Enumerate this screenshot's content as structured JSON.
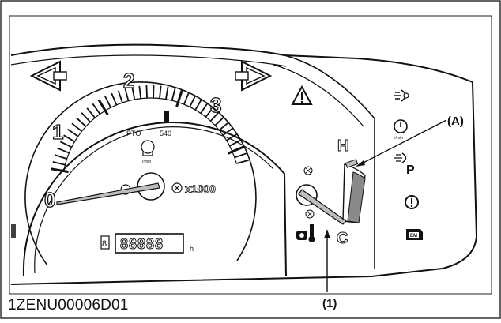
{
  "figure": {
    "code": "1ZENU00006D01",
    "callout_a": "(A)",
    "callout_1": "(1)"
  },
  "tachometer": {
    "scale_marks": [
      "0",
      "1",
      "2",
      "3"
    ],
    "multiplier": "x1000",
    "pto_label": "PTO",
    "pto_rpm": "540",
    "pto_unit": "r/min",
    "needle_value": 0
  },
  "hour_meter": {
    "digits": "88888",
    "unit": "h",
    "indicator": "8"
  },
  "temp_gauge": {
    "high_label": "H",
    "cold_label": "C",
    "level": 0
  },
  "icons": {
    "left_turn": "turn-left-arrow-icon",
    "right_turn": "turn-right-arrow-icon",
    "master_warning": "warning-triangle-icon",
    "glow_plug": "glow-plug-icon",
    "engine_speed": "engine-speed-min-icon",
    "parking": "parking-brake-icon",
    "pressure": "warning-circle-icon",
    "engine_check": "engine-check-icon",
    "coolant": "coolant-temp-icon"
  },
  "lamp_labels": {
    "min": "r/min",
    "park": "P",
    "em": "EM"
  },
  "colors": {
    "line": "#111111",
    "needle_fill": "#bdbdbd",
    "hot_zone": "#8a8a8a",
    "panel": "#ffffff"
  }
}
